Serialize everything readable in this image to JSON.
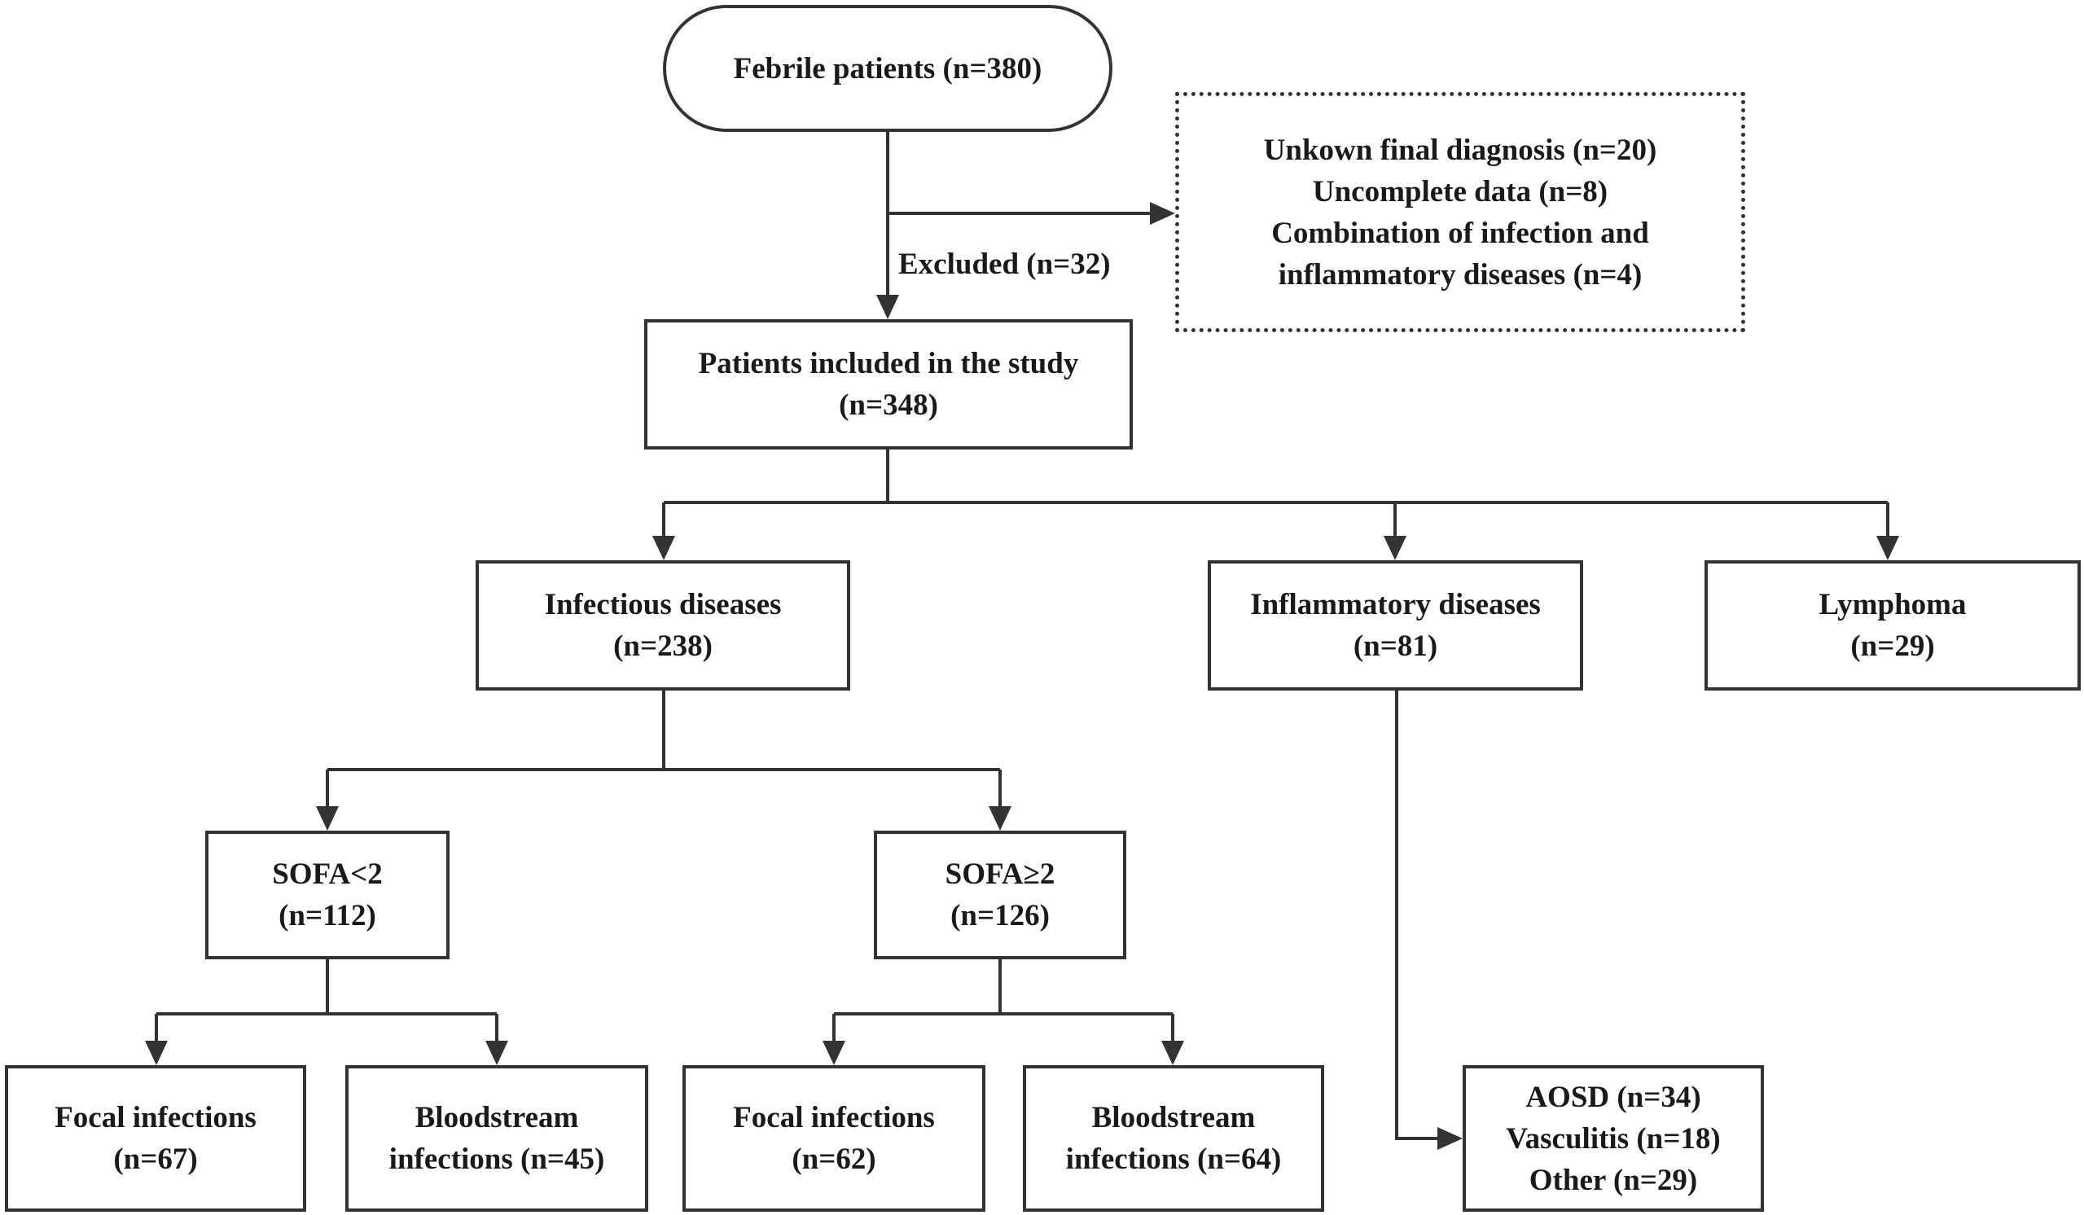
{
  "nodes": {
    "febrile": {
      "lines": [
        "Febrile patients (n=380)"
      ]
    },
    "excluded_reasons": {
      "lines": [
        "Unkown final diagnosis  (n=20)",
        "Uncomplete data (n=8)",
        "Combination of infection and",
        "inflammatory diseases (n=4)"
      ]
    },
    "excluded_label": "Excluded (n=32)",
    "included": {
      "lines": [
        "Patients included in the study",
        "(n=348)"
      ]
    },
    "infectious": {
      "lines": [
        "Infectious diseases",
        "(n=238)"
      ]
    },
    "inflammatory": {
      "lines": [
        "Inflammatory diseases",
        "(n=81)"
      ]
    },
    "lymphoma": {
      "lines": [
        "Lymphoma",
        "(n=29)"
      ]
    },
    "sofa_low": {
      "lines": [
        "SOFA<2",
        "(n=112)"
      ]
    },
    "sofa_high": {
      "lines": [
        "SOFA≥2",
        "(n=126)"
      ]
    },
    "focal_low": {
      "lines": [
        "Focal infections",
        "(n=67)"
      ]
    },
    "blood_low": {
      "lines": [
        "Bloodstream",
        "infections (n=45)"
      ]
    },
    "focal_high": {
      "lines": [
        "Focal infections",
        "(n=62)"
      ]
    },
    "blood_high": {
      "lines": [
        "Bloodstream",
        "infections (n=64)"
      ]
    },
    "inflammatory_sub": {
      "lines": [
        "AOSD (n=34)",
        "Vasculitis (n=18)",
        "Other (n=29)"
      ]
    }
  },
  "colors": {
    "line": "#333333",
    "text": "#1a1a1a",
    "background": "#ffffff"
  }
}
